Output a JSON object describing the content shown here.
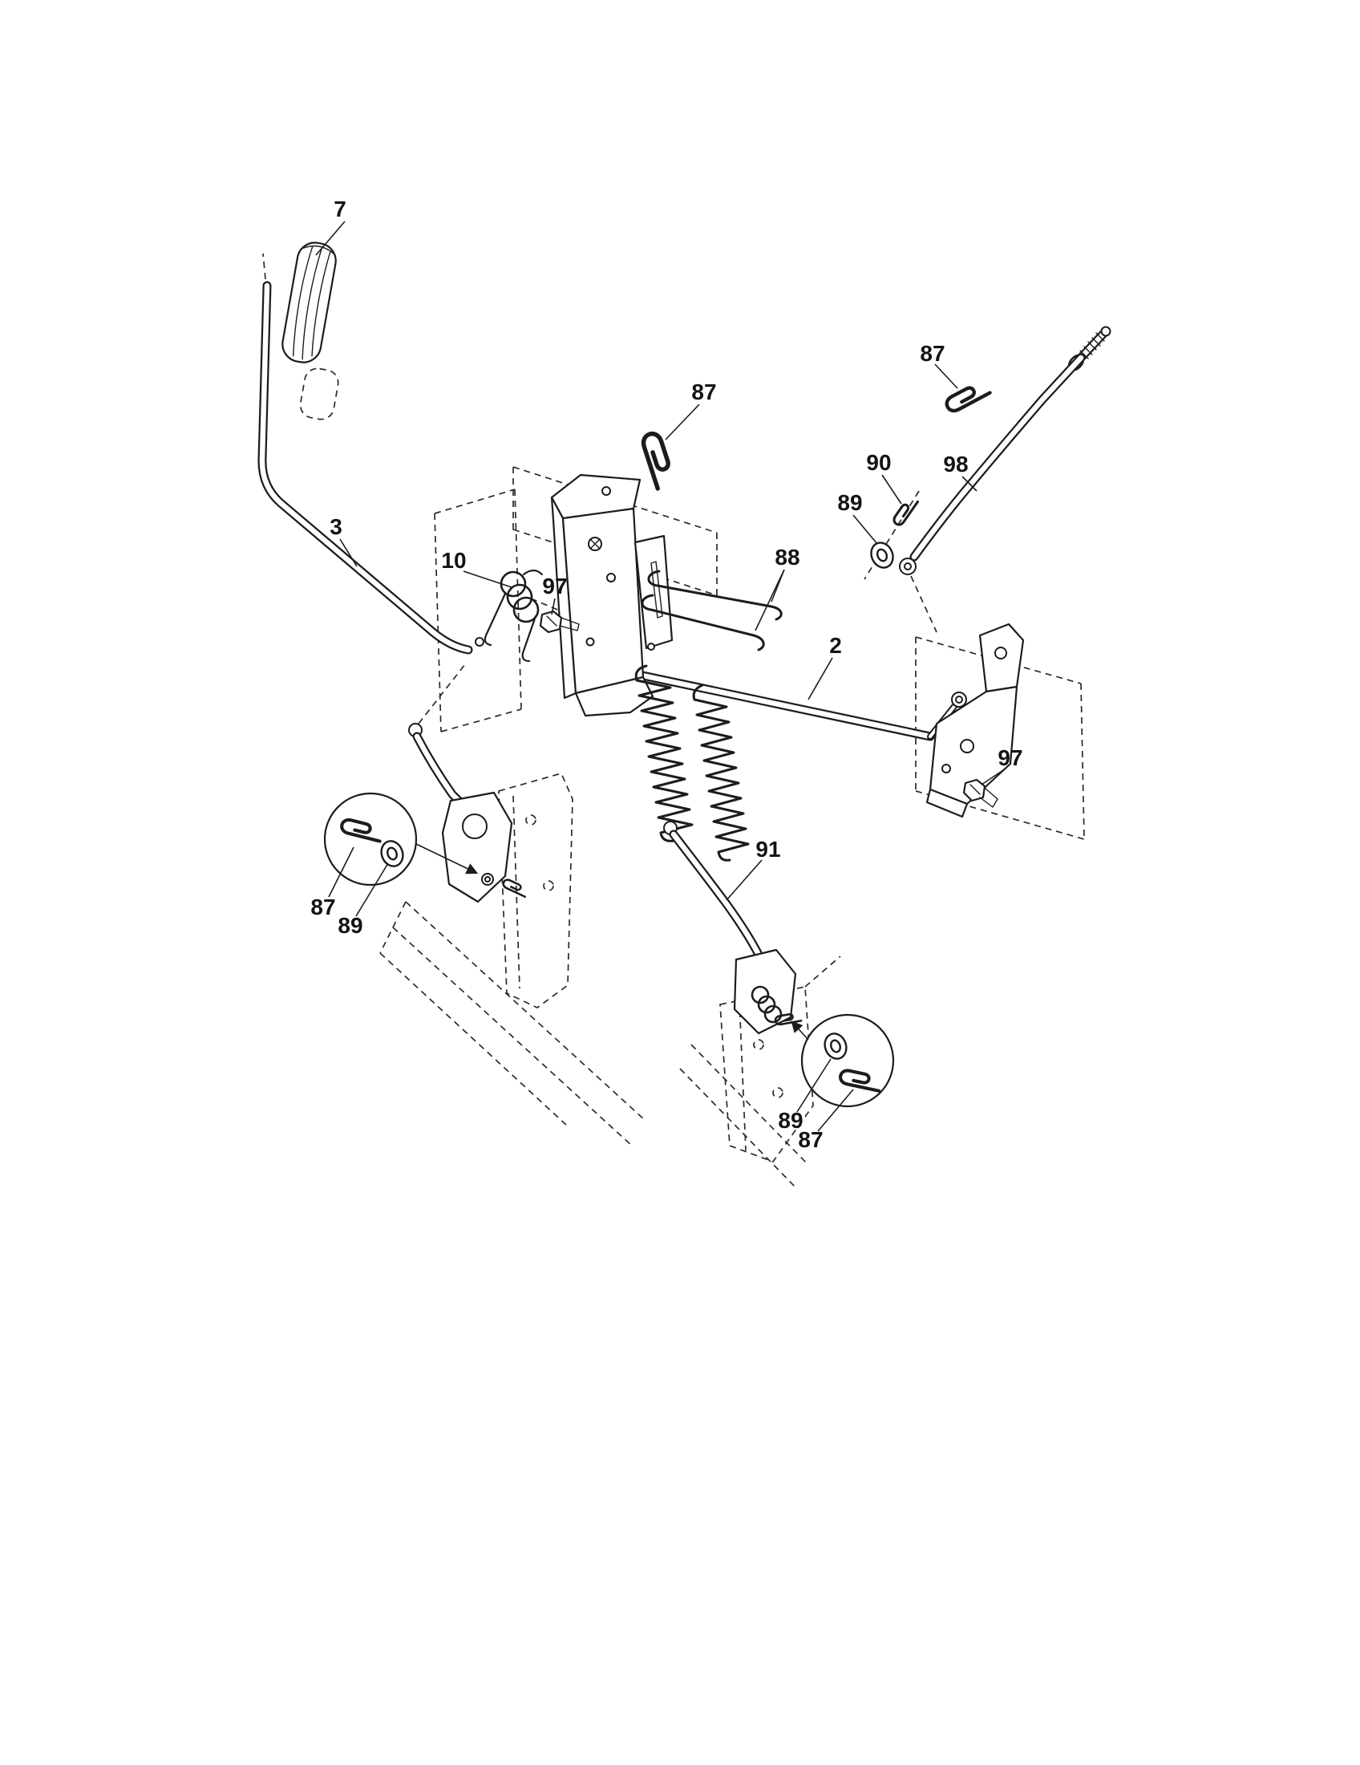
{
  "page": {
    "background_color": "#ffffff",
    "line_color": "#1c1c1c"
  },
  "callouts": [
    {
      "id": "label-7-grip",
      "label": "7"
    },
    {
      "id": "label-87-top-center",
      "label": "87"
    },
    {
      "id": "label-87-top-right",
      "label": "87"
    },
    {
      "id": "label-90-clip",
      "label": "90"
    },
    {
      "id": "label-98-rod",
      "label": "98"
    },
    {
      "id": "label-89-upper-right",
      "label": "89"
    },
    {
      "id": "label-3-lever",
      "label": "3"
    },
    {
      "id": "label-10-spring",
      "label": "10"
    },
    {
      "id": "label-97-center",
      "label": "97"
    },
    {
      "id": "label-88-wires",
      "label": "88"
    },
    {
      "id": "label-2-shaft",
      "label": "2"
    },
    {
      "id": "label-97-right",
      "label": "97"
    },
    {
      "id": "label-87-left-detail",
      "label": "87"
    },
    {
      "id": "label-89-left-detail",
      "label": "89"
    },
    {
      "id": "label-91-rod",
      "label": "91"
    },
    {
      "id": "label-89-right-detail",
      "label": "89"
    },
    {
      "id": "label-87-right-detail",
      "label": "87"
    }
  ]
}
